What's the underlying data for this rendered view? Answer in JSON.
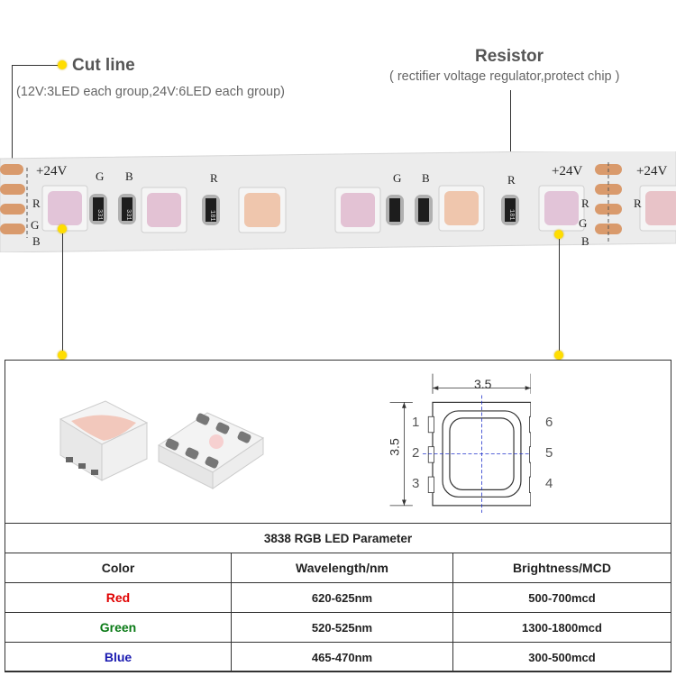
{
  "annotations": {
    "cut_line": {
      "title": "Cut line",
      "subtitle": "(12V:3LED each group,24V:6LED each group)"
    },
    "resistor": {
      "title": "Resistor",
      "subtitle": "( rectifier voltage regulator,protect chip )"
    },
    "marker_color": "#ffdd00"
  },
  "strip": {
    "voltage_label_1": "+24V",
    "voltage_label_2": "+24V",
    "voltage_label_3": "+24V",
    "pad_labels": [
      "R",
      "G",
      "B"
    ],
    "pad_labels_right": [
      "R",
      "G",
      "B"
    ],
    "channel_labels": [
      "G",
      "B",
      "R",
      "G",
      "B",
      "R"
    ],
    "resistor_code": "181",
    "resistor_code_2": "331",
    "colors": {
      "pcb": "#ededed",
      "copper_pad": "#d99a6c",
      "led_body": "#f4f4f4",
      "led_lens": "#efc3a6"
    }
  },
  "drawing": {
    "width_label": "3.5",
    "height_label": "3.5",
    "pins_left": [
      "1",
      "2",
      "3"
    ],
    "pins_right": [
      "6",
      "5",
      "4"
    ],
    "center_line_color": "#2233cc"
  },
  "parameter_table": {
    "title": "3838 RGB LED Parameter",
    "headers": [
      "Color",
      "Wavelength/nm",
      "Brightness/MCD"
    ],
    "rows": [
      {
        "color": "Red",
        "wavelength": "620-625nm",
        "brightness": "500-700mcd",
        "text_color": "#e00000"
      },
      {
        "color": "Green",
        "wavelength": "520-525nm",
        "brightness": "1300-1800mcd",
        "text_color": "#0a7a16"
      },
      {
        "color": "Blue",
        "wavelength": "465-470nm",
        "brightness": "300-500mcd",
        "text_color": "#1a1ab0"
      }
    ]
  }
}
